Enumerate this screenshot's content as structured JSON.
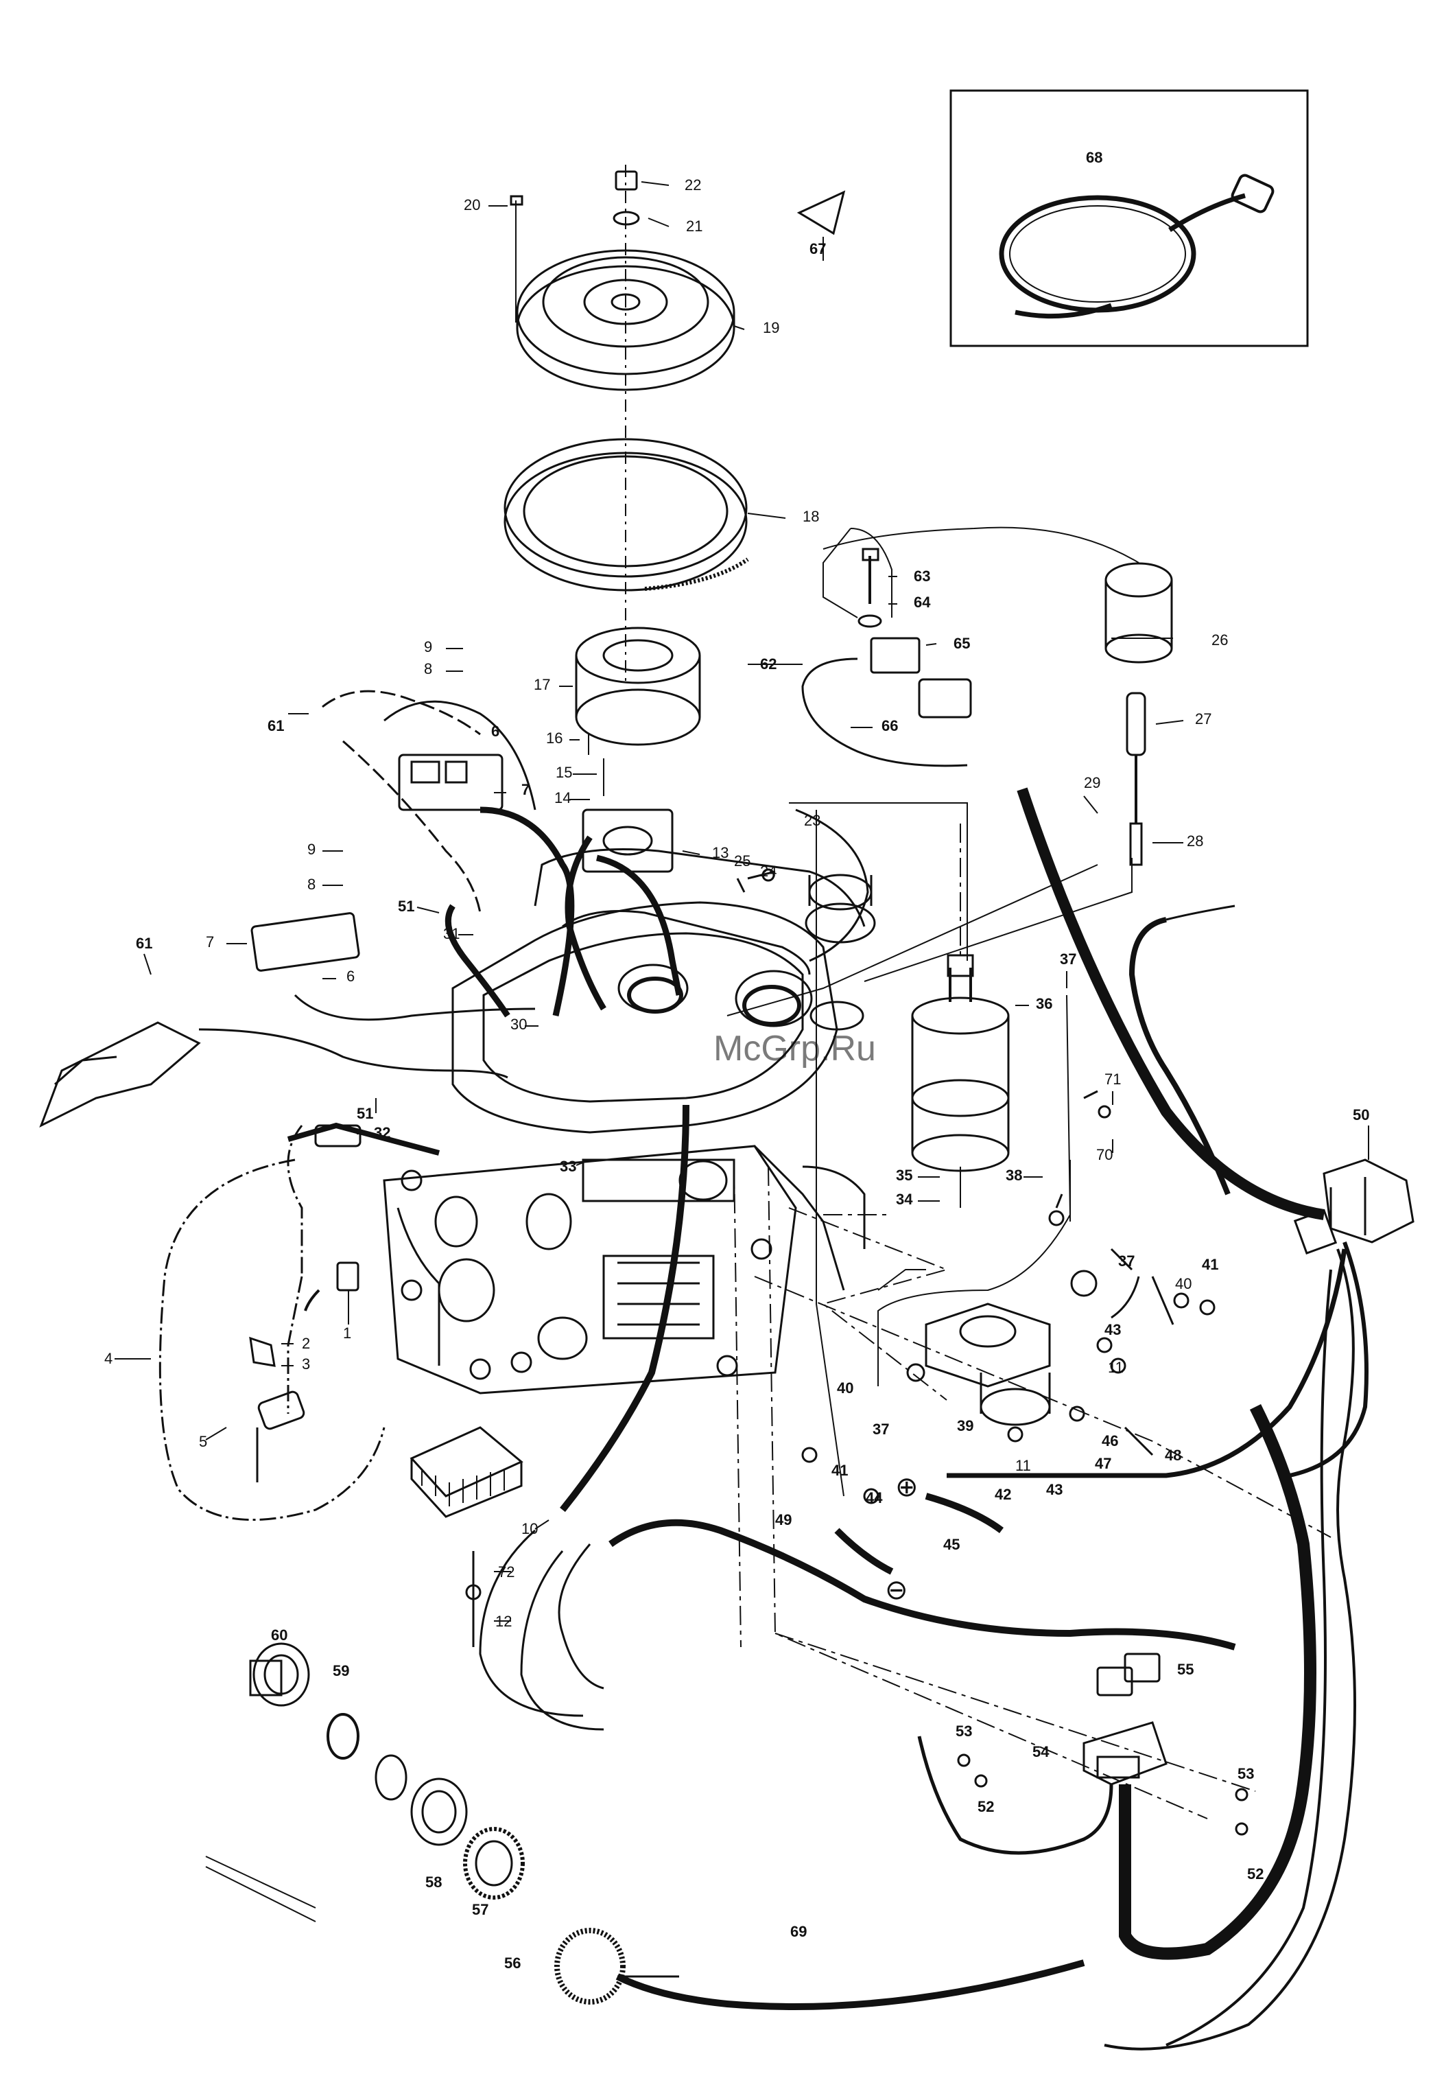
{
  "watermark": "McGrp.Ru",
  "callouts": [
    {
      "n": "1"
    },
    {
      "n": "2"
    },
    {
      "n": "3"
    },
    {
      "n": "4"
    },
    {
      "n": "5"
    },
    {
      "n": "6"
    },
    {
      "n": "6"
    },
    {
      "n": "7"
    },
    {
      "n": "7"
    },
    {
      "n": "8"
    },
    {
      "n": "8"
    },
    {
      "n": "9"
    },
    {
      "n": "9"
    },
    {
      "n": "10"
    },
    {
      "n": "11"
    },
    {
      "n": "11"
    },
    {
      "n": "12"
    },
    {
      "n": "13"
    },
    {
      "n": "14"
    },
    {
      "n": "15"
    },
    {
      "n": "16"
    },
    {
      "n": "17"
    },
    {
      "n": "18"
    },
    {
      "n": "19"
    },
    {
      "n": "20"
    },
    {
      "n": "21"
    },
    {
      "n": "22"
    },
    {
      "n": "23"
    },
    {
      "n": "24"
    },
    {
      "n": "25"
    },
    {
      "n": "26"
    },
    {
      "n": "27"
    },
    {
      "n": "28"
    },
    {
      "n": "29"
    },
    {
      "n": "30"
    },
    {
      "n": "31"
    },
    {
      "n": "32"
    },
    {
      "n": "33"
    },
    {
      "n": "34"
    },
    {
      "n": "35"
    },
    {
      "n": "36"
    },
    {
      "n": "37"
    },
    {
      "n": "37"
    },
    {
      "n": "37"
    },
    {
      "n": "38"
    },
    {
      "n": "39"
    },
    {
      "n": "40"
    },
    {
      "n": "40"
    },
    {
      "n": "41"
    },
    {
      "n": "41"
    },
    {
      "n": "42"
    },
    {
      "n": "43"
    },
    {
      "n": "43"
    },
    {
      "n": "44"
    },
    {
      "n": "45"
    },
    {
      "n": "46"
    },
    {
      "n": "47"
    },
    {
      "n": "48"
    },
    {
      "n": "49"
    },
    {
      "n": "50"
    },
    {
      "n": "51"
    },
    {
      "n": "51"
    },
    {
      "n": "52"
    },
    {
      "n": "52"
    },
    {
      "n": "53"
    },
    {
      "n": "53"
    },
    {
      "n": "54"
    },
    {
      "n": "55"
    },
    {
      "n": "56"
    },
    {
      "n": "57"
    },
    {
      "n": "58"
    },
    {
      "n": "59"
    },
    {
      "n": "60"
    },
    {
      "n": "61"
    },
    {
      "n": "61"
    },
    {
      "n": "62"
    },
    {
      "n": "63"
    },
    {
      "n": "64"
    },
    {
      "n": "65"
    },
    {
      "n": "66"
    },
    {
      "n": "67"
    },
    {
      "n": "68"
    },
    {
      "n": "69"
    },
    {
      "n": "70"
    },
    {
      "n": "71"
    },
    {
      "n": "72"
    }
  ],
  "symbols": {
    "plus": "⊕",
    "minus": "⊖"
  }
}
